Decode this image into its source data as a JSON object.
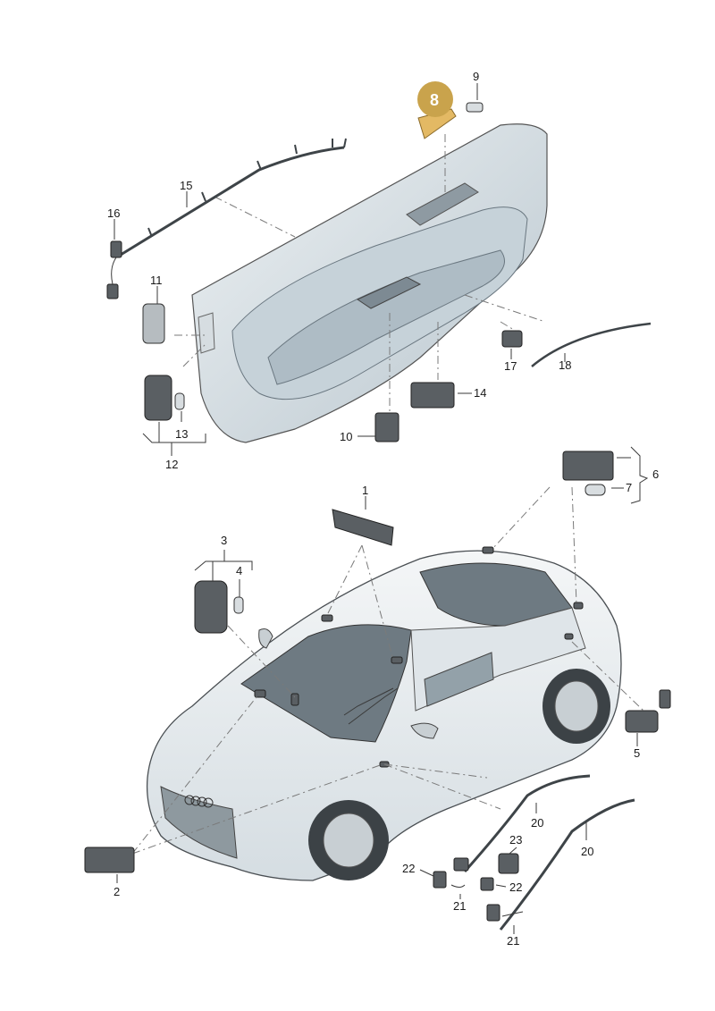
{
  "callouts": {
    "c1": "1",
    "c2": "2",
    "c3": "3",
    "c4": "4",
    "c5": "5",
    "c6": "6",
    "c7": "7",
    "c8": "8",
    "c9": "9",
    "c10": "10",
    "c11": "11",
    "c12": "12",
    "c13": "13",
    "c14": "14",
    "c15": "15",
    "c16": "16",
    "c17": "17",
    "c18": "18",
    "c20a": "20",
    "c20b": "20",
    "c21a": "21",
    "c21b": "21",
    "c22a": "22",
    "c22b": "22",
    "c23": "23"
  },
  "highlight": {
    "part": "8",
    "color": "#c9a34c"
  }
}
